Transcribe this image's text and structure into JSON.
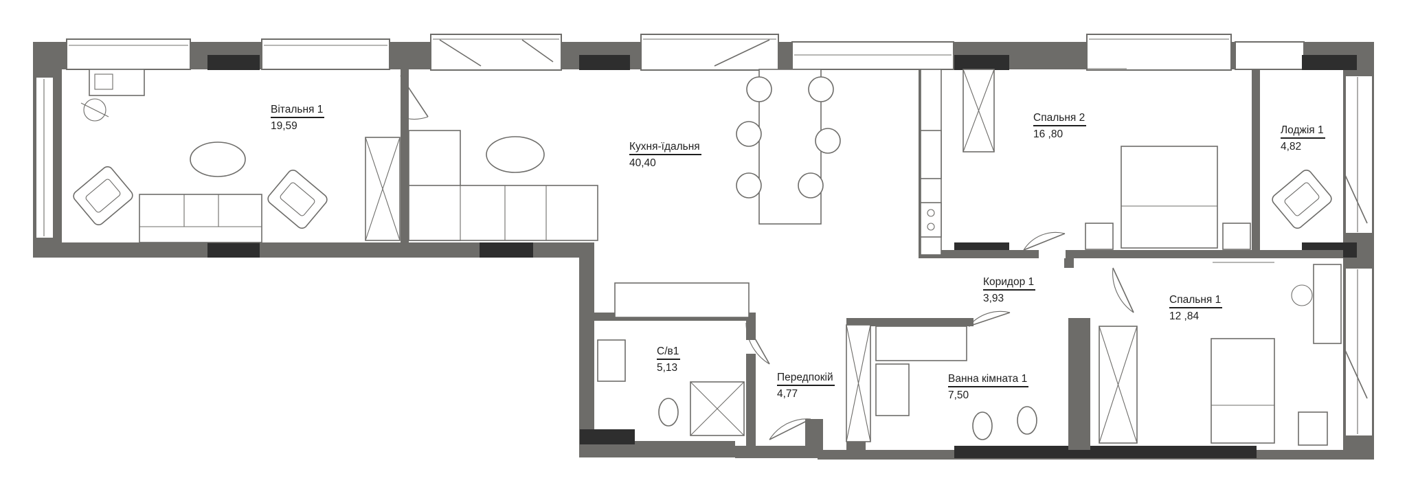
{
  "rooms": [
    {
      "id": "living",
      "name": "Вітальня 1",
      "area": "19,59"
    },
    {
      "id": "kitchen",
      "name": "Кухня-їдальня",
      "area": "40,40"
    },
    {
      "id": "bedroom2",
      "name": "Спальня 2",
      "area": "16 ,80"
    },
    {
      "id": "loggia",
      "name": "Лоджія 1",
      "area": "4,82"
    },
    {
      "id": "corridor",
      "name": "Коридор 1",
      "area": "3,93"
    },
    {
      "id": "bedroom1",
      "name": "Спальня 1",
      "area": "12 ,84"
    },
    {
      "id": "wc",
      "name": "С/в1",
      "area": "5,13"
    },
    {
      "id": "hall",
      "name": "Передпокій",
      "area": "4,77"
    },
    {
      "id": "bathroom",
      "name": "Ванна кімната 1",
      "area": "7,50"
    }
  ],
  "colors": {
    "wall": "#6d6c69",
    "radiator": "#2e2e2e",
    "text": "#1e1e1e"
  }
}
